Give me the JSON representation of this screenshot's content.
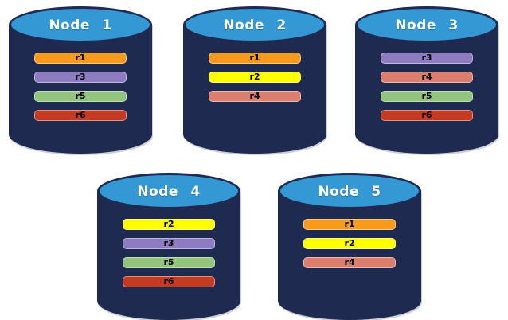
{
  "diagram": {
    "description": "Five database node cylinders showing replica placement",
    "background": "#FFFFFF"
  },
  "colors": {
    "cylinder_body": "#1E2A4F",
    "cylinder_top": "#3498D4",
    "title_text": "#FFFFFF",
    "bar_text": "#000000",
    "r1": "#F89B1B",
    "r2": "#FFFF00",
    "r3": "#8E7CC3",
    "r4": "#DB7E6E",
    "r5": "#93C47D",
    "r6": "#C53A21"
  },
  "nodes": [
    {
      "label": "Node 1",
      "replicas": [
        "r1",
        "r3",
        "r5",
        "r6"
      ]
    },
    {
      "label": "Node 2",
      "replicas": [
        "r1",
        "r2",
        "r4"
      ]
    },
    {
      "label": "Node 3",
      "replicas": [
        "r3",
        "r4",
        "r5",
        "r6"
      ]
    },
    {
      "label": "Node 4",
      "replicas": [
        "r2",
        "r3",
        "r5",
        "r6"
      ]
    },
    {
      "label": "Node 5",
      "replicas": [
        "r1",
        "r2",
        "r4"
      ]
    }
  ]
}
